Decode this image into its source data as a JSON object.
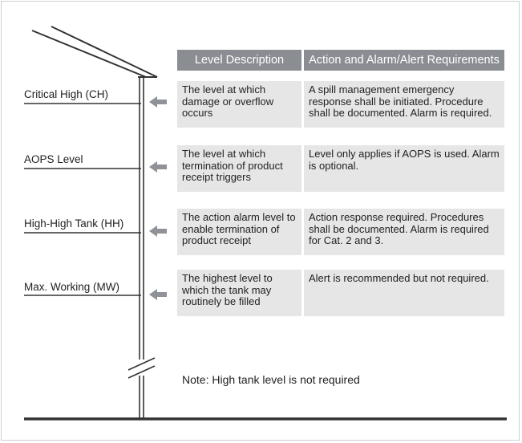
{
  "headers": {
    "description": "Level Description",
    "requirements": "Action and Alarm/Alert Requirements"
  },
  "levels": [
    {
      "name": "Critical High (CH)",
      "description": "The level at which damage or overflow occurs",
      "requirements": "A spill management emergency response shall be initiated. Procedure shall be documented. Alarm is required."
    },
    {
      "name": "AOPS Level",
      "description": "The level at which termination of product receipt triggers",
      "requirements": "Level only applies if AOPS is used. Alarm is optional."
    },
    {
      "name": "High-High Tank (HH)",
      "description": "The action alarm level to enable termination of product receipt",
      "requirements": "Action response required. Procedures shall be documented. Alarm is required for Cat. 2 and 3."
    },
    {
      "name": "Max. Working (MW)",
      "description": "The highest level to which the tank may routinely be filled",
      "requirements": "Alert is recommended but not required."
    }
  ],
  "note": "Note: High tank level is not required",
  "colors": {
    "header_bg": "#8a8d92",
    "cell_bg": "#e6e6e7",
    "arrow": "#8f9296",
    "line": "#333333"
  }
}
